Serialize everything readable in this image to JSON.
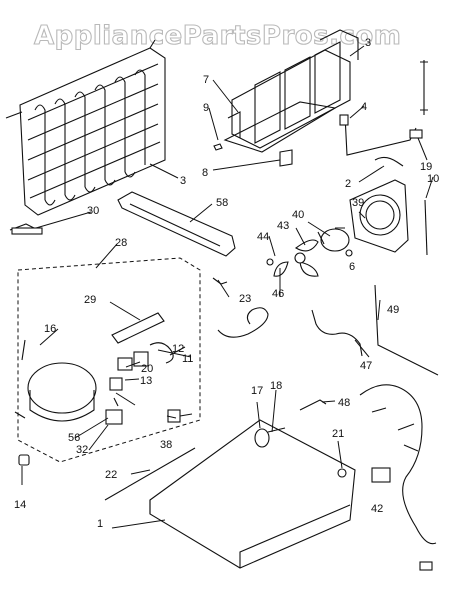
{
  "watermark": "AppliancePartsPros.com",
  "callouts": {
    "c1": "1",
    "c2": "2",
    "c3": "3",
    "c3b": "3",
    "c4": "4",
    "c6": "6",
    "c7": "7",
    "c8": "8",
    "c9": "9",
    "c10": "10",
    "c11": "11",
    "c12": "12",
    "c13": "13",
    "c14": "14",
    "c16": "16",
    "c17": "17",
    "c18": "18",
    "c19": "19",
    "c20": "20",
    "c21": "21",
    "c22": "22",
    "c23": "23",
    "c28": "28",
    "c29": "29",
    "c30": "30",
    "c32": "32",
    "c38": "38",
    "c39": "39",
    "c40": "40",
    "c42": "42",
    "c43": "43",
    "c44": "44",
    "c46": "46",
    "c47": "47",
    "c48": "48",
    "c49": "49",
    "c56": "56",
    "c58": "58"
  }
}
